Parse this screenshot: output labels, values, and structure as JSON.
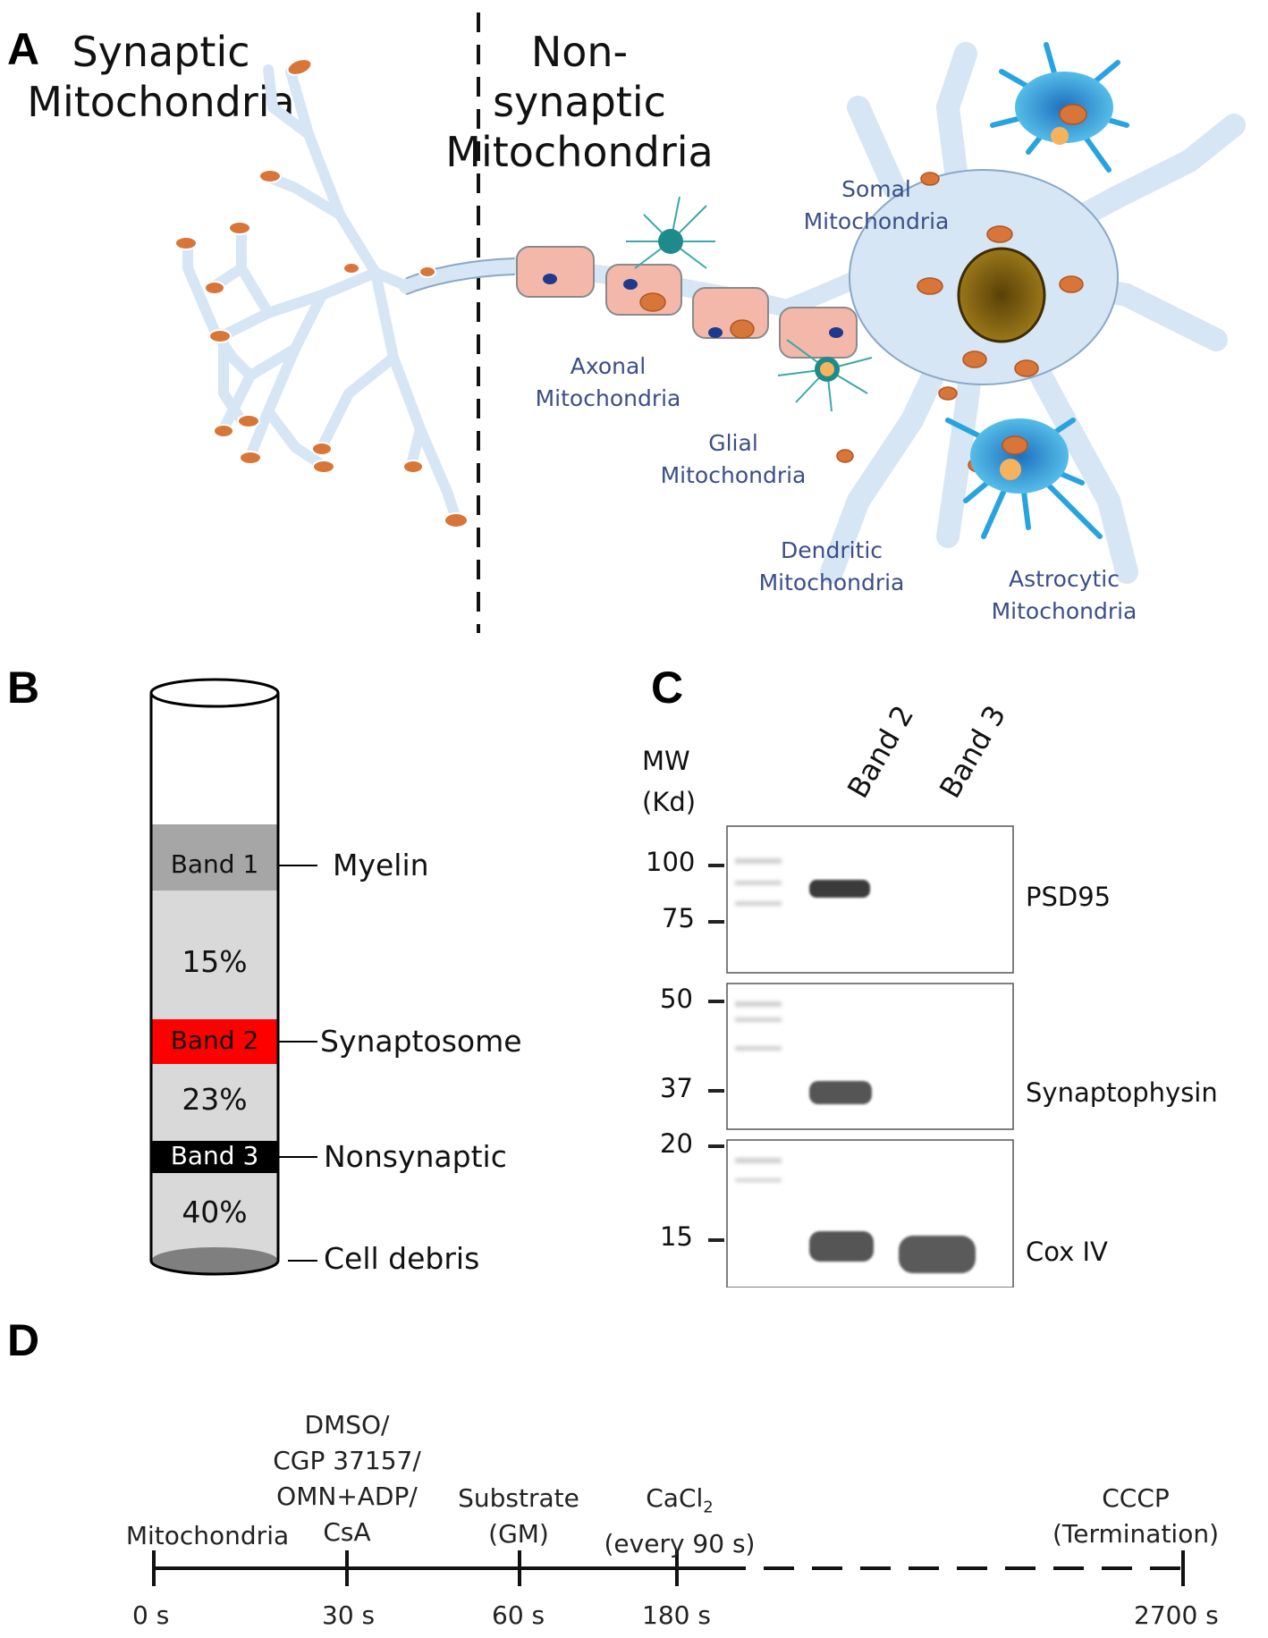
{
  "panel_labels": {
    "a": "A",
    "b": "B",
    "c": "C",
    "d": "D"
  },
  "panel_a": {
    "synaptic_title_1": "Synaptic",
    "synaptic_title_2": "Mitochondria",
    "nonsynaptic_title_1": "Non-synaptic",
    "nonsynaptic_title_2": "Mitochondria",
    "somal_1": "Somal",
    "somal_2": "Mitochondria",
    "axonal_1": "Axonal",
    "axonal_2": "Mitochondria",
    "glial_1": "Glial",
    "glial_2": "Mitochondria",
    "dendritic_1": "Dendritic",
    "dendritic_2": "Mitochondria",
    "astrocytic_1": "Astrocytic",
    "astrocytic_2": "Mitochondria",
    "colors": {
      "neuron": "#d6e6f5",
      "mito": "#d8763a",
      "myelin": "#f3b8aa",
      "nucleus": "#7a5b12",
      "astrocyte": "#29a3e0"
    }
  },
  "panel_b": {
    "band1": "Band 1",
    "pct15": "15%",
    "band2": "Band 2",
    "pct23": "23%",
    "band3": "Band 3",
    "pct40": "40%",
    "myelin": "Myelin",
    "synaptosome": "Synaptosome",
    "nonsynaptic": "Nonsynaptic",
    "cell_debris": "Cell debris",
    "colors": {
      "band1": "#a6a6a6",
      "band2": "#ff0000",
      "band3": "#000000",
      "fill": "#d9d9d9"
    }
  },
  "panel_c": {
    "mw_1": "MW",
    "mw_2": "(Kd)",
    "lane_band2": "Band 2",
    "lane_band3": "Band 3",
    "mw_100": "100",
    "mw_75": "75",
    "mw_50": "50",
    "mw_37": "37",
    "mw_20": "20",
    "mw_15": "15",
    "psd95": "PSD95",
    "synaptophysin": "Synaptophysin",
    "coxiv": "Cox IV"
  },
  "panel_d": {
    "mito": "Mitochondria",
    "drug_1": "DMSO/",
    "drug_2": "CGP 37157/",
    "drug_3": "OMN+ADP/",
    "drug_4": "CsA",
    "substrate_1": "Substrate",
    "substrate_2": "(GM)",
    "cacl_base": "CaCl",
    "cacl_sub": "2",
    "cacl_2": "(every 90 s)",
    "cccp_1": "CCCP",
    "cccp_2": "(Termination)",
    "t0": "0 s",
    "t30": "30 s",
    "t60": "60 s",
    "t180": "180 s",
    "t2700": "2700 s"
  }
}
